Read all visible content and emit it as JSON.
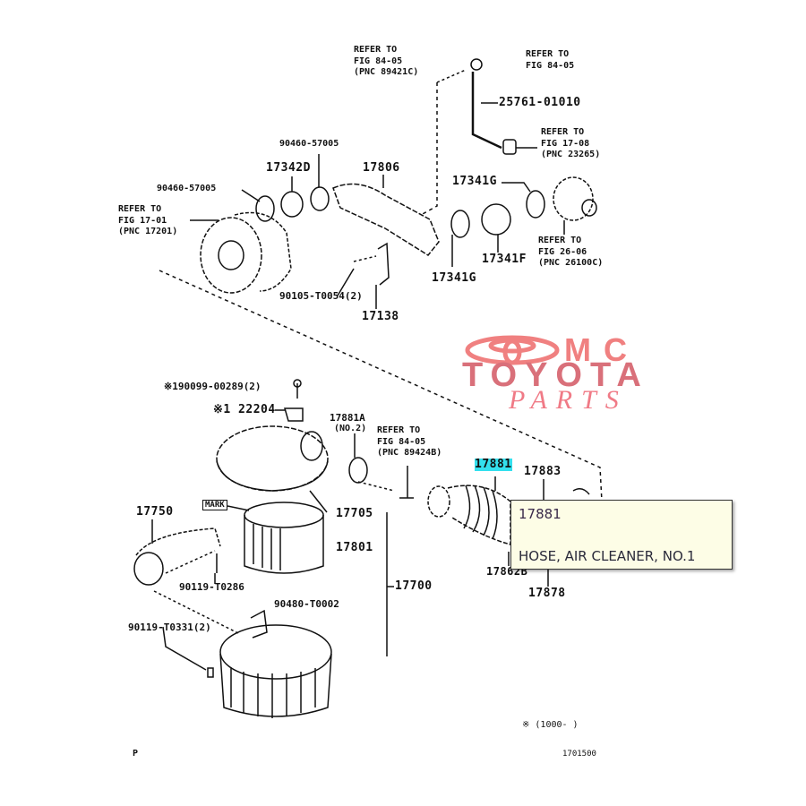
{
  "diagram": {
    "title": "Air cleaner / intake hose parts diagram",
    "part_labels": {
      "p1": "25761-01010",
      "p2": "90460-57005",
      "p3": "17342D",
      "p4": "17806",
      "p5": "90460-57005",
      "p6": "17341G",
      "p7": "17341G",
      "p8": "17341F",
      "p9": "90105-T0054(2)",
      "p10": "17138",
      "p11": "※190099-00289(2)",
      "p12": "※1 22204",
      "p13": "17881A",
      "p13b": "(NO.2)",
      "p14": "17881",
      "p15": "17883",
      "p16": "17750",
      "p17": "17705",
      "p18": "17801",
      "p19": "17700",
      "p20": "90119-T0286",
      "p21": "90480-T0002",
      "p22": "90119-T0331(2)",
      "p23": "17862B",
      "p24": "17878"
    },
    "references": {
      "r1": [
        "REFER TO",
        "FIG 84-05",
        "(PNC 89421C)"
      ],
      "r2": [
        "REFER TO",
        "FIG 84-05"
      ],
      "r3": [
        "REFER TO",
        "FIG 17-08",
        "(PNC 23265)"
      ],
      "r4": [
        "REFER TO",
        "FIG 17-01",
        "(PNC 17201)"
      ],
      "r5": [
        "REFER TO",
        "FIG 26-06",
        "(PNC 26100C)"
      ],
      "r6": [
        "REFER TO",
        "FIG 84-05",
        "(PNC 89424B)"
      ]
    },
    "mark_label": "MARK",
    "footnote": "※ (1000-    )",
    "corner_mark": "P",
    "diagram_code": "1701500",
    "highlighted_part": "17881",
    "highlight_color": "#33e0ee"
  },
  "tooltip": {
    "part_number": "17881",
    "description": "HOSE, AIR CLEANER, NO.1"
  },
  "watermark": {
    "line1": "MC",
    "line2": "TOYOTA",
    "line3": "PARTS",
    "color": "#f08080"
  }
}
